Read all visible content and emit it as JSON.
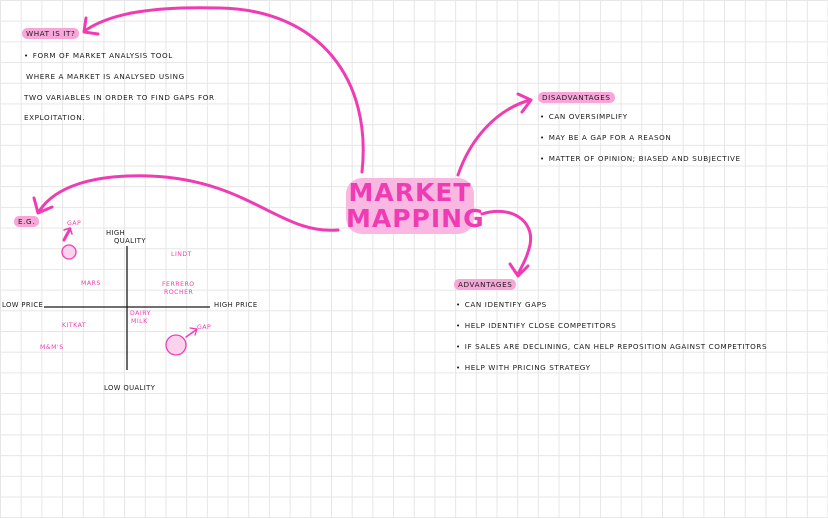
{
  "colors": {
    "accent": "#f03cb4",
    "highlight": "#f7a6d8",
    "title_bg": "#f9b8e2",
    "ink": "#1a1a1a",
    "grid": "#e6e6e6"
  },
  "title": {
    "line1": "MARKET",
    "line2": "MAPPING"
  },
  "what_is_it": {
    "heading": "WHAT IS IT?",
    "lines": [
      "FORM OF MARKET ANALYSIS TOOL",
      "WHERE A MARKET IS ANALYSED USING",
      "TWO VARIABLES IN ORDER TO FIND GAPS FOR",
      "EXPLOITATION."
    ]
  },
  "disadvantages": {
    "heading": "DISADVANTAGES",
    "items": [
      "CAN OVERSIMPLIFY",
      "MAY BE A GAP FOR A REASON",
      "MATTER OF OPINION; BIASED AND SUBJECTIVE"
    ]
  },
  "advantages": {
    "heading": "ADVANTAGES",
    "items": [
      "CAN IDENTIFY GAPS",
      "HELP IDENTIFY CLOSE COMPETITORS",
      "IF SALES ARE DECLINING, CAN HELP REPOSITION AGAINST COMPETITORS",
      "HELP WITH PRICING STRATEGY"
    ]
  },
  "example": {
    "heading": "E.G.",
    "axes": {
      "top_line1": "HIGH",
      "top_line2": "QUALITY",
      "bottom": "LOW QUALITY",
      "left": "LOW PRICE",
      "right": "HIGH PRICE"
    },
    "gap_label": "GAP",
    "brands": {
      "lindt": "LINDT",
      "mars": "MARS",
      "ferrero_1": "FERRERO",
      "ferrero_2": "ROCHER",
      "dairy_1": "DAIRY",
      "dairy_2": "MILK",
      "kitkat": "KITKAT",
      "mms": "M&M'S"
    }
  }
}
